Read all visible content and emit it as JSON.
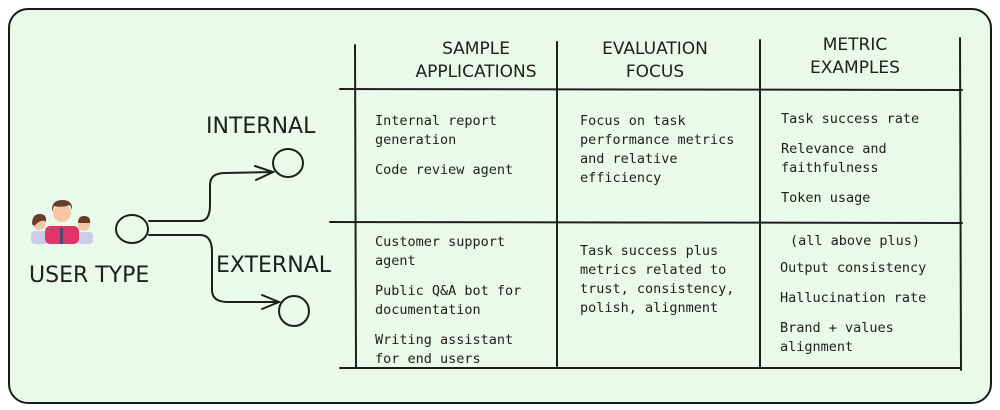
{
  "left": {
    "user_type_label": "USER TYPE",
    "branches": [
      {
        "label": "INTERNAL"
      },
      {
        "label": "EXTERNAL"
      }
    ],
    "icon": "user-group-icon"
  },
  "table": {
    "headers": [
      [
        "SAMPLE",
        "APPLICATIONS"
      ],
      [
        "EVALUATION",
        "FOCUS"
      ],
      [
        "METRIC",
        "EXAMPLES"
      ]
    ],
    "rows": [
      {
        "applications": [
          [
            "Internal report",
            "generation"
          ],
          [
            "Code review agent"
          ]
        ],
        "focus": [
          "Focus on task",
          "performance metrics",
          "and relative",
          "efficiency"
        ],
        "metrics": [
          [
            "Task success rate"
          ],
          [
            "Relevance and",
            "faithfulness"
          ],
          [
            "Token usage"
          ]
        ]
      },
      {
        "applications": [
          [
            "Customer support",
            "agent"
          ],
          [
            "Public Q&A bot for",
            "documentation"
          ],
          [
            "Writing assistant",
            "for end users"
          ]
        ],
        "focus": [
          "Task success plus",
          "metrics related to",
          "trust, consistency,",
          "polish, alignment"
        ],
        "metrics_note": "(all above plus)",
        "metrics": [
          [
            "Output consistency"
          ],
          [
            "Hallucination rate"
          ],
          [
            "Brand + values",
            "alignment"
          ]
        ]
      }
    ]
  },
  "colors": {
    "background": "#eafaea",
    "ink": "#1e1e1e"
  }
}
